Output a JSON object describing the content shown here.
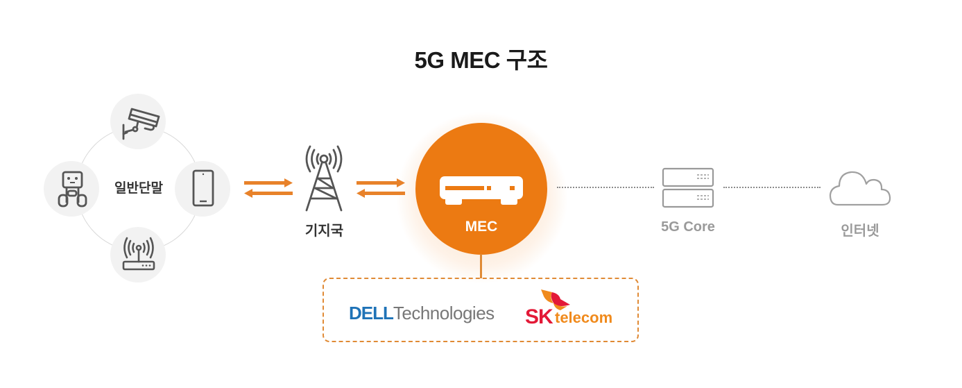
{
  "title": "5G MEC 구조",
  "colors": {
    "accent_orange": "#ec7a12",
    "arrow_orange": "#e8822a",
    "icon_dark": "#555555",
    "icon_gray": "#9a9a9a",
    "dell_blue": "#1f73b7",
    "skt_red": "#e31937",
    "skt_orange": "#f08a1c"
  },
  "terminals": {
    "label": "일반단말",
    "devices": [
      {
        "name": "cctv-camera",
        "icon": "cctv-camera-icon"
      },
      {
        "name": "robot",
        "icon": "robot-icon"
      },
      {
        "name": "smartphone",
        "icon": "smartphone-icon"
      },
      {
        "name": "wifi-router",
        "icon": "wifi-router-icon"
      }
    ]
  },
  "base_station": {
    "label": "기지국",
    "icon": "cell-tower-icon"
  },
  "mec": {
    "label": "MEC",
    "icon": "server-box-icon"
  },
  "core": {
    "label": "5G Core",
    "icon": "server-rack-icon"
  },
  "internet": {
    "label": "인터넷",
    "icon": "cloud-icon"
  },
  "partners": {
    "dell": {
      "brand": "DELL",
      "suffix": "Technologies"
    },
    "skt": {
      "brand": "SK",
      "suffix": "telecom"
    }
  }
}
